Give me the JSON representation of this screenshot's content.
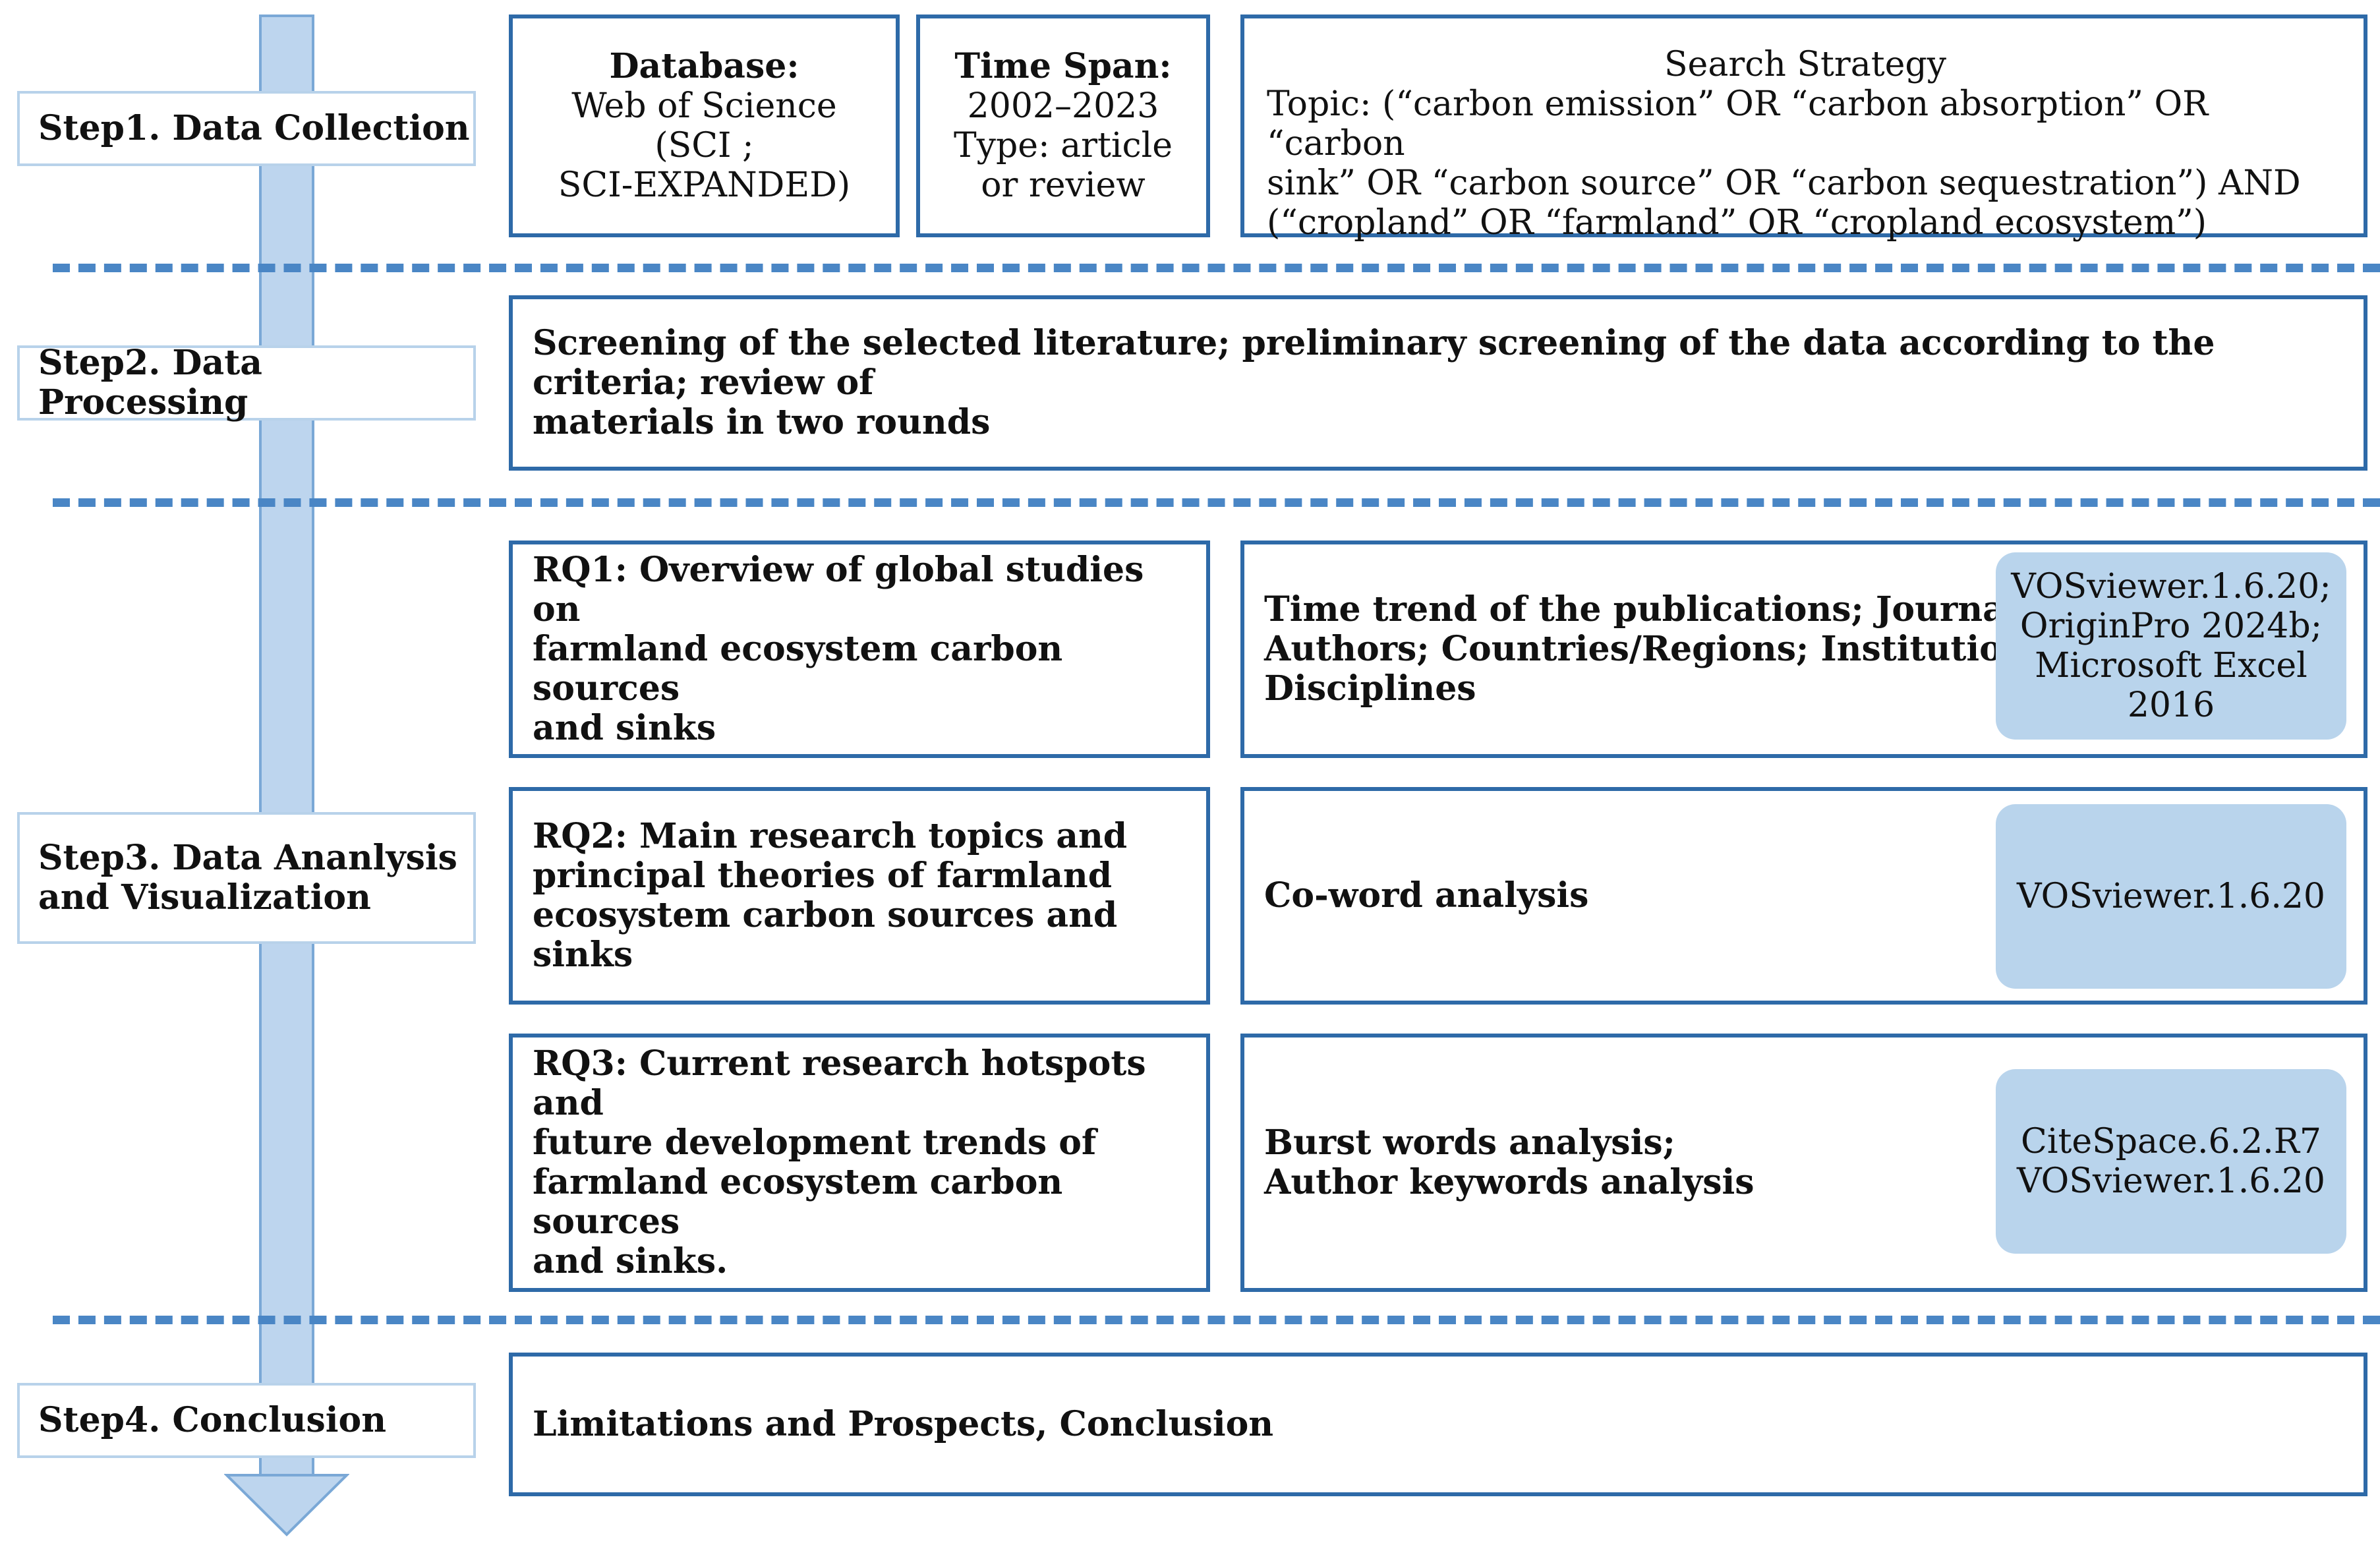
{
  "steps": {
    "step1": "Step1. Data Collection",
    "step2": "Step2. Data Processing",
    "step3_line1": "Step3. Data Ananlysis",
    "step3_line2": "and Visualization",
    "step4": "Step4. Conclusion"
  },
  "collection": {
    "database": [
      "Database:",
      "Web of Science",
      "(SCI ;",
      "SCI-EXPANDED)"
    ],
    "timespan": [
      "Time Span:",
      "2002–2023",
      "Type: article",
      "or review"
    ],
    "strategy_title": "Search Strategy",
    "strategy_lines": [
      "Topic:  (“carbon emission” OR “carbon absorption” OR “carbon",
      "sink” OR “carbon source” OR “carbon sequestration”) AND",
      "(“cropland”  OR “farmland” OR “cropland ecosystem”)"
    ]
  },
  "processing": {
    "lines": [
      "Screening of the selected literature; preliminary screening of the data according to the criteria; review of",
      "materials in two rounds"
    ]
  },
  "analysis": {
    "rq1": [
      "RQ1: Overview of global studies on",
      "farmland ecosystem carbon sources",
      "and sinks"
    ],
    "rq1_methods": [
      "Time trend of the publications; Journals;",
      "Authors; Countries/Regions; Institutions;",
      "Disciplines"
    ],
    "rq1_tools": [
      "VOSviewer.1.6.20;",
      "OriginPro 2024b;",
      "Microsoft Excel",
      "2016"
    ],
    "rq2": [
      "RQ2: Main research topics and",
      "principal theories of farmland",
      "ecosystem carbon sources and sinks"
    ],
    "rq2_methods": [
      "Co-word analysis"
    ],
    "rq2_tools": [
      "VOSviewer.1.6.20"
    ],
    "rq3": [
      "RQ3: Current research hotspots and",
      "future development trends of",
      "farmland ecosystem carbon sources",
      "and sinks."
    ],
    "rq3_methods": [
      "Burst words analysis;",
      "Author keywords analysis"
    ],
    "rq3_tools": [
      "CiteSpace.6.2.R7",
      "VOSviewer.1.6.20"
    ]
  },
  "conclusion": {
    "text": "Limitations and Prospects, Conclusion"
  },
  "colors": {
    "box_border": "#2e6aa8",
    "dash": "#4a86c5",
    "arrow_fill": "#bdd5ee",
    "tool_fill": "#b9d4ec"
  }
}
